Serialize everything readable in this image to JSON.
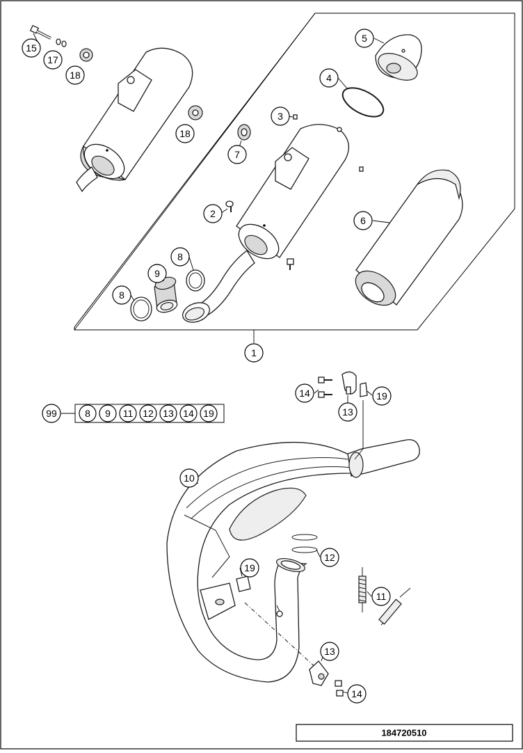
{
  "diagram": {
    "reference_number": "184720510",
    "callouts": {
      "c1": "1",
      "c2": "2",
      "c3": "3",
      "c4": "4",
      "c5": "5",
      "c6": "6",
      "c7": "7",
      "c8a": "8",
      "c8b": "8",
      "c9": "9",
      "c10": "10",
      "c11": "11",
      "c12": "12",
      "c13a": "13",
      "c13b": "13",
      "c14a": "14",
      "c14b": "14",
      "c15": "15",
      "c17": "17",
      "c18a": "18",
      "c18b": "18",
      "c19a": "19",
      "c19b": "19"
    },
    "kit": {
      "label": "99",
      "items": [
        "8",
        "9",
        "11",
        "12",
        "13",
        "14",
        "19"
      ]
    }
  }
}
